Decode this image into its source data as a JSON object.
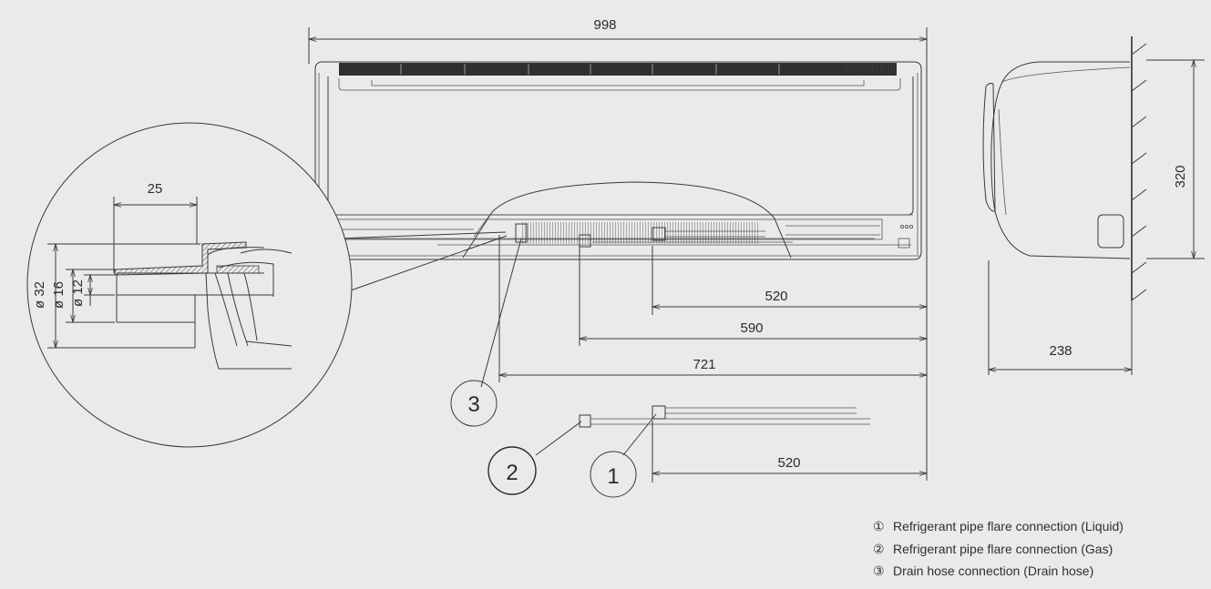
{
  "dimensions": {
    "width": "998",
    "height": "320",
    "depth": "238",
    "d520a": "520",
    "d590": "590",
    "d721": "721",
    "d520b": "520",
    "d25": "25",
    "dia32": "ø 32",
    "dia16": "ø 16",
    "dia12": "ø 12"
  },
  "callouts": {
    "c1": "1",
    "c2": "2",
    "c3": "3"
  },
  "legend": [
    {
      "num": "①",
      "text": "Refrigerant pipe flare connection (Liquid)"
    },
    {
      "num": "②",
      "text": "Refrigerant pipe flare connection (Gas)"
    },
    {
      "num": "③",
      "text": "Drain hose connection (Drain hose)"
    }
  ]
}
